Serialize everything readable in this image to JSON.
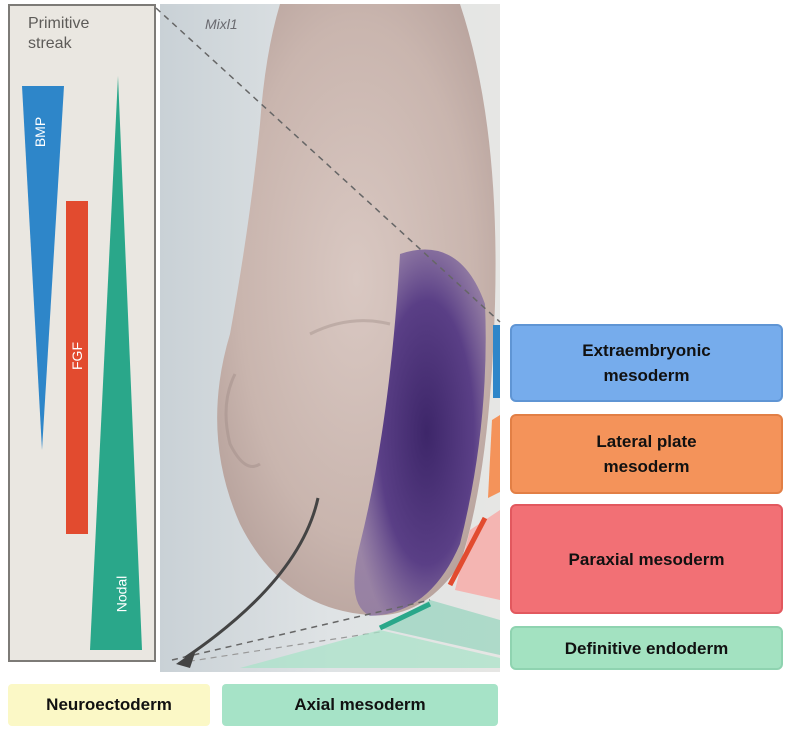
{
  "panel": {
    "title": "Primitive\nstreak",
    "bmp_label": "BMP",
    "fgf_label": "FGF",
    "nodal_label": "Nodal"
  },
  "photo": {
    "gene_label": "Mixl1"
  },
  "lineages": {
    "extraembryonic": "Extraembryonic\nmesoderm",
    "lateral_plate": "Lateral plate\nmesoderm",
    "paraxial": "Paraxial mesoderm",
    "definitive_endoderm": "Definitive endoderm",
    "neuroectoderm": "Neuroectoderm",
    "axial": "Axial mesoderm"
  },
  "colors": {
    "bmp": "#2e86c9",
    "fgf": "#e24b2f",
    "nodal": "#2aa78a",
    "extraembryonic": "#76acec",
    "lateral_plate": "#f4935a",
    "paraxial": "#f27075",
    "definitive_endoderm": "#a3e2c1",
    "neuroectoderm": "#fbf8c6",
    "axial": "#a6e3c7"
  }
}
